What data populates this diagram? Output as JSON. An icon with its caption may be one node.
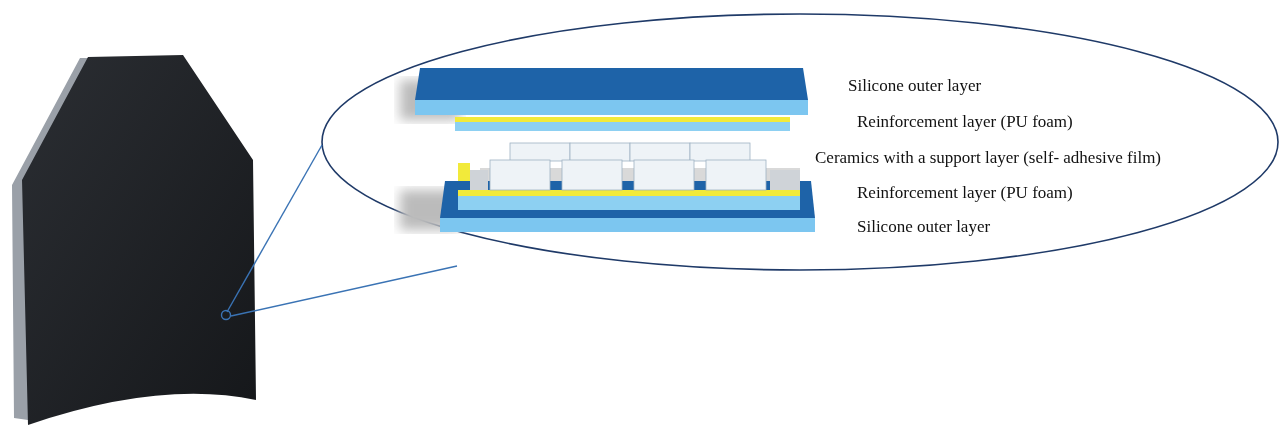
{
  "diagram": {
    "labels": [
      "Silicone outer layer",
      "Reinforcement layer (PU foam)",
      "Ceramics with a support layer (self- adhesive film)",
      "Reinforcement layer (PU foam)",
      "Silicone outer layer"
    ]
  }
}
